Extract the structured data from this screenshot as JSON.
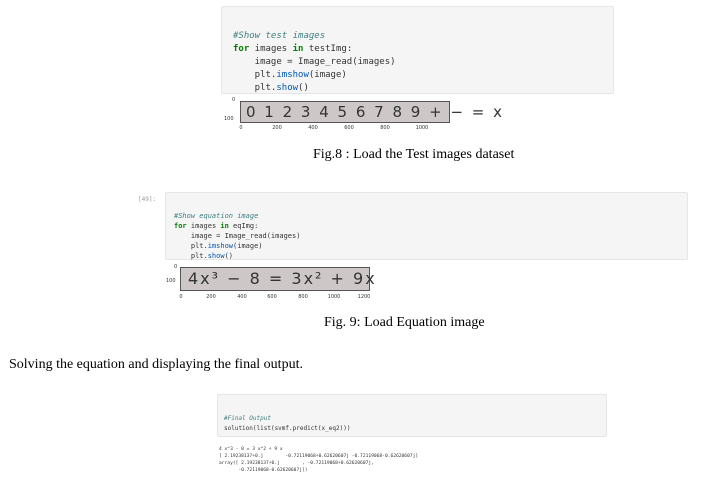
{
  "cell1": {
    "lines": [
      "#Show test images",
      "for images in testImg:",
      "    image = Image_read(images)",
      "    plt.imshow(image)",
      "    plt.show()"
    ]
  },
  "plot1": {
    "image_text": "0 1 2 3 4 5 6 7 8 9 + − = x",
    "y_ticks": [
      "0",
      "100"
    ],
    "x_ticks": [
      "0",
      "200",
      "400",
      "600",
      "800",
      "1000"
    ]
  },
  "caption1": "Fig.8 : Load the Test images dataset",
  "cell2": {
    "prompt": "[49]:",
    "lines": [
      "#Show equation image",
      "for images in eqImg:",
      "    image = Image_read(images)",
      "    plt.imshow(image)",
      "    plt.show()"
    ]
  },
  "plot2": {
    "image_text": "4x³ − 8 = 3x² + 9x",
    "y_ticks": [
      "0",
      "100"
    ],
    "x_ticks": [
      "0",
      "200",
      "400",
      "600",
      "800",
      "1000",
      "1200"
    ]
  },
  "caption2": "Fig. 9: Load Equation image",
  "paragraph": "Solving the equation and displaying the final output.",
  "cell3": {
    "lines": [
      "#Final Output",
      "solution(list(svmf.predict(x_eq2)))"
    ],
    "output": [
      "4 x^3 - 8 = 3 x^2 + 9 x",
      "[ 2.19238137+0.j        -0.72119068+0.62620607j -0.72119068-0.62620607j]",
      "array([ 2.19238137+0.j        , -0.72119068+0.62620607j,",
      "       -0.72119068-0.62620607j])"
    ]
  }
}
